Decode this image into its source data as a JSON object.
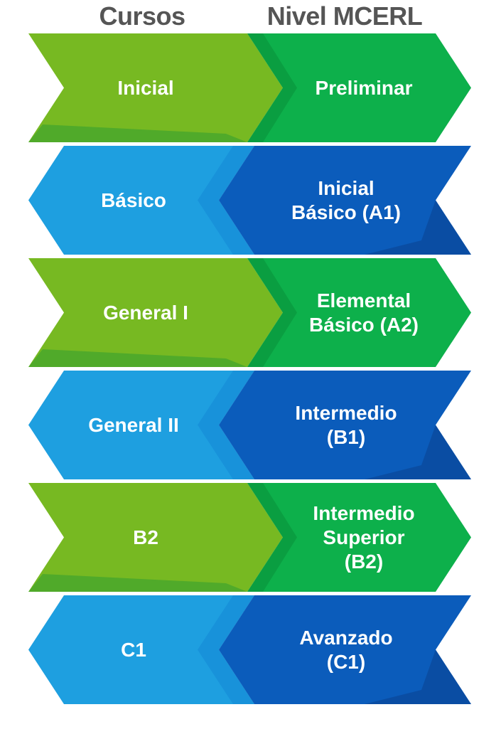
{
  "headers": {
    "left": "Cursos",
    "right": "Nivel MCERL"
  },
  "rows": [
    {
      "course": "Inicial",
      "level": [
        "Preliminar"
      ],
      "direction": "right",
      "scheme": "green"
    },
    {
      "course": "Básico",
      "level": [
        "Inicial",
        "Básico (A1)"
      ],
      "direction": "left",
      "scheme": "blue"
    },
    {
      "course": "General I",
      "level": [
        "Elemental",
        "Básico (A2)"
      ],
      "direction": "right",
      "scheme": "green"
    },
    {
      "course": "General II",
      "level": [
        "Intermedio",
        "(B1)"
      ],
      "direction": "left",
      "scheme": "blue"
    },
    {
      "course": "B2",
      "level": [
        "Intermedio",
        "Superior",
        "(B2)"
      ],
      "direction": "right",
      "scheme": "green"
    },
    {
      "course": "C1",
      "level": [
        "Avanzado",
        "(C1)"
      ],
      "direction": "left",
      "scheme": "blue"
    }
  ],
  "colors": {
    "green_light": "#77b922",
    "green_dark": "#0db04b",
    "green_shadow": "#0a8f3a",
    "blue_light": "#1e9fe0",
    "blue_dark": "#0b5cbb",
    "blue_shadow": "#0a4798",
    "header_text": "#555555",
    "label_text": "#ffffff"
  }
}
